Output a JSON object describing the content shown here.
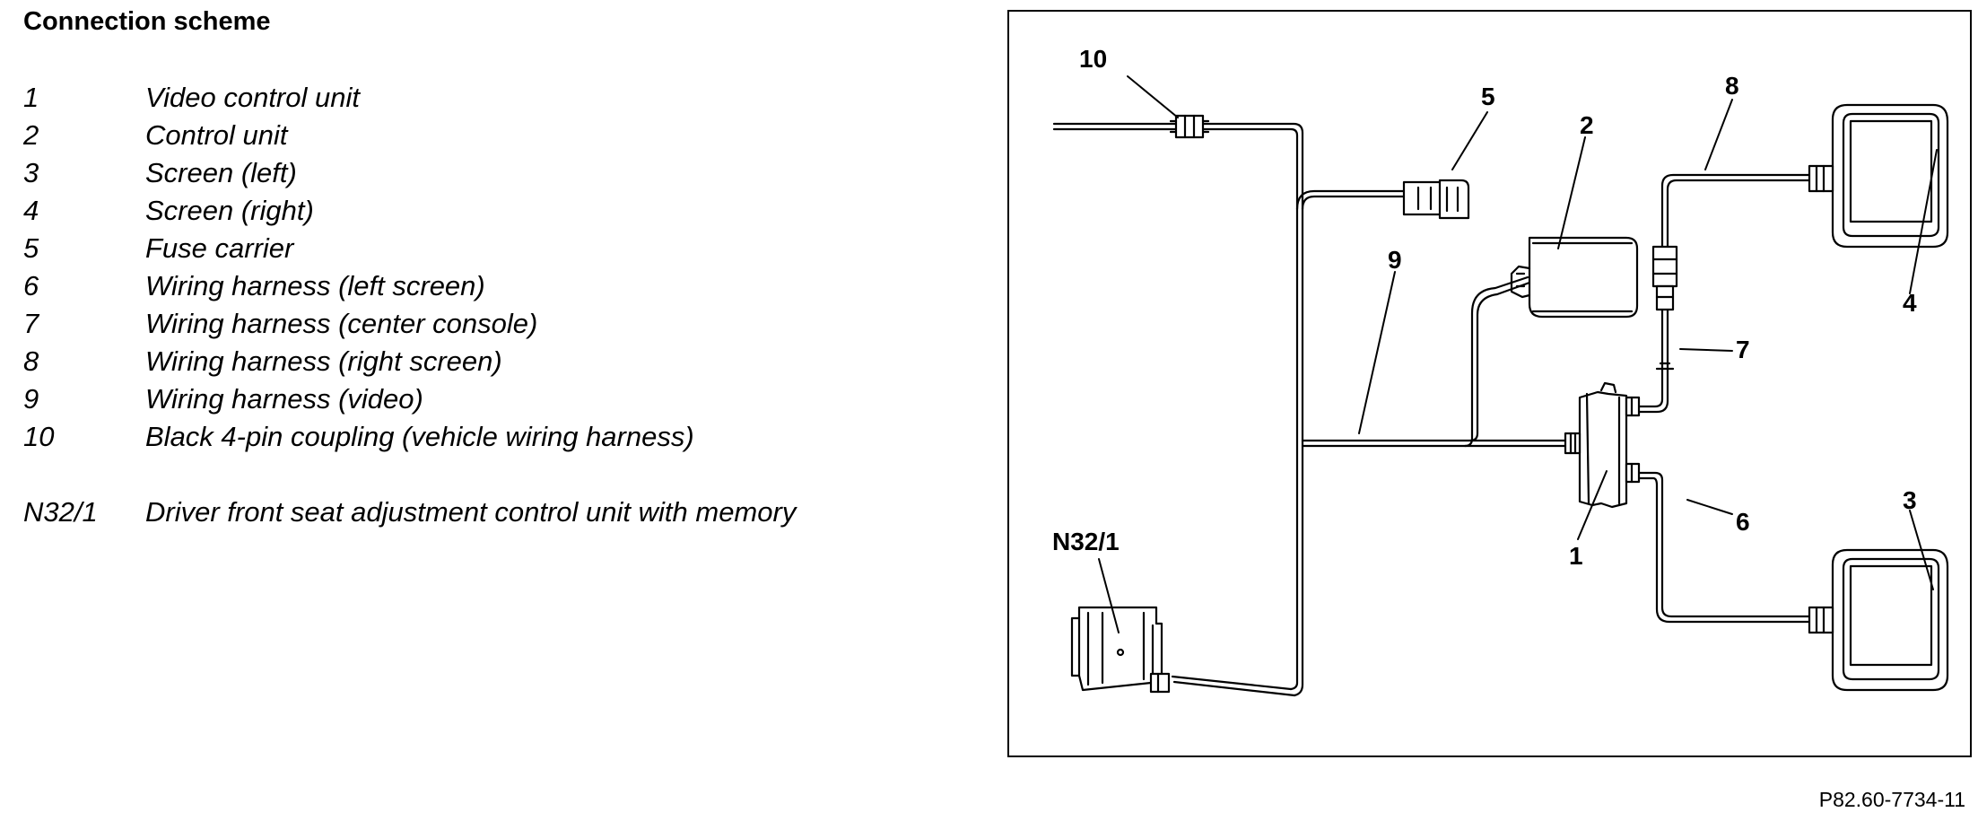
{
  "title": "Connection scheme",
  "legend": [
    {
      "key": "1",
      "desc": "Video control unit"
    },
    {
      "key": "2",
      "desc": "Control unit"
    },
    {
      "key": "3",
      "desc": "Screen (left)"
    },
    {
      "key": "4",
      "desc": "Screen (right)"
    },
    {
      "key": "5",
      "desc": "Fuse carrier"
    },
    {
      "key": "6",
      "desc": "Wiring harness (left screen)"
    },
    {
      "key": "7",
      "desc": "Wiring harness (center console)"
    },
    {
      "key": "8",
      "desc": "Wiring harness (right screen)"
    },
    {
      "key": "9",
      "desc": "Wiring harness (video)"
    },
    {
      "key": "10",
      "desc": "Black 4-pin coupling (vehicle wiring harness)"
    },
    {
      "key": "N32/1",
      "desc": "Driver front seat adjustment control unit with memory"
    }
  ],
  "diagram": {
    "callouts": {
      "c1": "1",
      "c2": "2",
      "c3": "3",
      "c4": "4",
      "c5": "5",
      "c6": "6",
      "c7": "7",
      "c8": "8",
      "c9": "9",
      "c10": "10",
      "cn32": "N32/1"
    }
  },
  "figure_ref": "P82.60-7734-11"
}
